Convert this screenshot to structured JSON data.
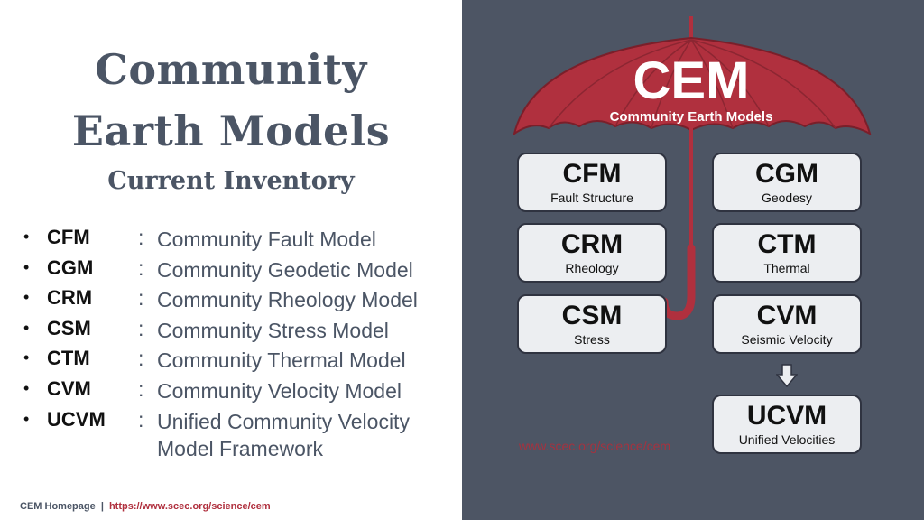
{
  "title": {
    "line1": "Community",
    "line2": "Earth Models",
    "subtitle": "Current Inventory"
  },
  "inventory": [
    {
      "bullet": "•",
      "abbr": "CFM",
      "colon": ":",
      "desc": "Community Fault Model"
    },
    {
      "bullet": "•",
      "abbr": "CGM",
      "colon": ":",
      "desc": "Community Geodetic Model"
    },
    {
      "bullet": "•",
      "abbr": "CRM",
      "colon": ":",
      "desc": "Community Rheology Model"
    },
    {
      "bullet": "•",
      "abbr": "CSM",
      "colon": ":",
      "desc": "Community Stress Model"
    },
    {
      "bullet": "•",
      "abbr": "CTM",
      "colon": ":",
      "desc": "Community Thermal Model"
    },
    {
      "bullet": "•",
      "abbr": "CVM",
      "colon": ":",
      "desc": "Community Velocity Model"
    },
    {
      "bullet": "•",
      "abbr": "UCVM",
      "colon": ":",
      "desc": "Unified Community Velocity Model Framework"
    }
  ],
  "footer": {
    "label": "CEM Homepage",
    "separator": "|",
    "link": "https://www.scec.org/science/cem"
  },
  "umbrella": {
    "title": "CEM",
    "subtitle": "Community Earth Models",
    "color": "#b0303e"
  },
  "models": [
    {
      "code": "CFM",
      "sub": "Fault Structure"
    },
    {
      "code": "CGM",
      "sub": "Geodesy"
    },
    {
      "code": "CRM",
      "sub": "Rheology"
    },
    {
      "code": "CTM",
      "sub": "Thermal"
    },
    {
      "code": "CSM",
      "sub": "Stress"
    },
    {
      "code": "CVM",
      "sub": "Seismic Velocity"
    },
    {
      "code": "UCVM",
      "sub": "Unified Velocities"
    }
  ],
  "watermark": "www.scec.org/science/cem",
  "colors": {
    "panel_bg": "#4d5564",
    "title_text": "#4b5565",
    "box_bg": "#eceef1",
    "accent": "#b0303e"
  }
}
